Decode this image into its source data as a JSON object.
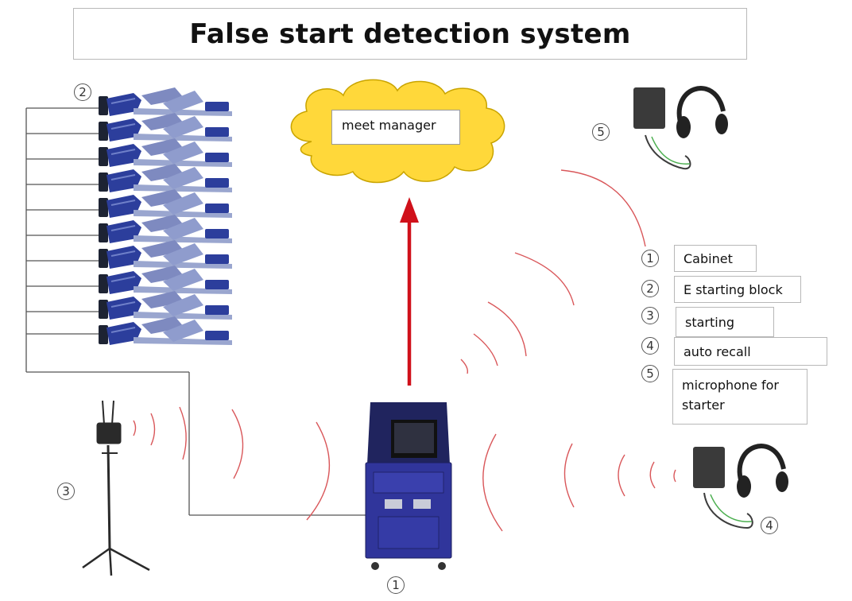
{
  "title": "False start detection system",
  "cloud": {
    "label": "meet manager"
  },
  "legend": [
    {
      "num": "1",
      "label": "Cabinet"
    },
    {
      "num": "2",
      "label": "E starting block"
    },
    {
      "num": "3",
      "label": "starting"
    },
    {
      "num": "4",
      "label": "auto recall"
    },
    {
      "num": "5",
      "label": "microphone for\nstarter"
    }
  ],
  "markers": {
    "starting_blocks": "2",
    "starting_stand": "3",
    "cabinet": "1",
    "headset_top": "5",
    "headset_bottom": "4"
  },
  "colors": {
    "cloud_fill": "#ffd83a",
    "cloud_stroke": "#c9a400",
    "arrow": "#d0101a",
    "wave": "#d9575a",
    "cabinet": "#30359b",
    "block": "#2c3e9c",
    "block_rail": "#9aa6cf"
  }
}
